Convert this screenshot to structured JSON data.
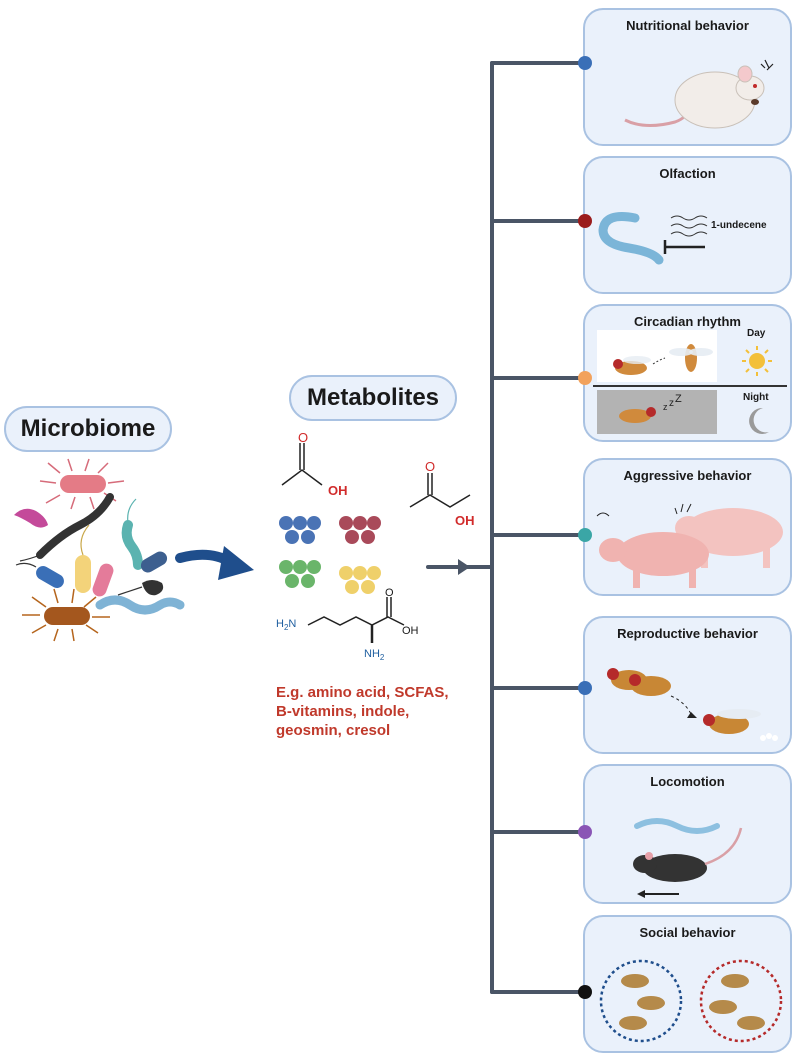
{
  "left": {
    "microbiome_label": "Microbiome",
    "metabolites_label": "Metabolites",
    "examples": [
      "E.g. amino acid,  SCFAS,",
      "B-vitamins, indole,",
      "geosmin, cresol"
    ],
    "chem": {
      "acetic_o": "O",
      "acetic_oh": "OH",
      "propionic_o": "O",
      "propionic_oh": "OH",
      "lysine_h2n": "H2N",
      "lysine_oh": "OH",
      "lysine_o": "O",
      "lysine_nh2": "NH2"
    }
  },
  "panels": [
    {
      "title": "Nutritional behavior",
      "dot_color": "#3a6fb7"
    },
    {
      "title": "Olfaction",
      "dot_color": "#9b1c1c",
      "label": "1-undecene"
    },
    {
      "title": "Circadian rhythm",
      "dot_color": "#f2a25c",
      "day_label": "Day",
      "night_label": "Night"
    },
    {
      "title": "Aggressive behavior",
      "dot_color": "#3aa6a6"
    },
    {
      "title": "Reproductive behavior",
      "dot_color": "#3a6fb7"
    },
    {
      "title": "Locomotion",
      "dot_color": "#8a55b5"
    },
    {
      "title": "Social behavior",
      "dot_color": "#111111"
    }
  ],
  "colors": {
    "tree_line": "#4a5566",
    "arrow": "#1f4e8c",
    "panel_fill": "#eaf1fb",
    "panel_border": "#a9c2e2",
    "example_text": "#c0392b"
  },
  "icons": [
    "bacteria-cluster-icon",
    "metabolite-molecule-icon",
    "mouse-icon",
    "worm-icon",
    "fly-icon",
    "sun-icon",
    "moon-icon",
    "pig-icon",
    "rat-icon",
    "hyena-icon"
  ]
}
